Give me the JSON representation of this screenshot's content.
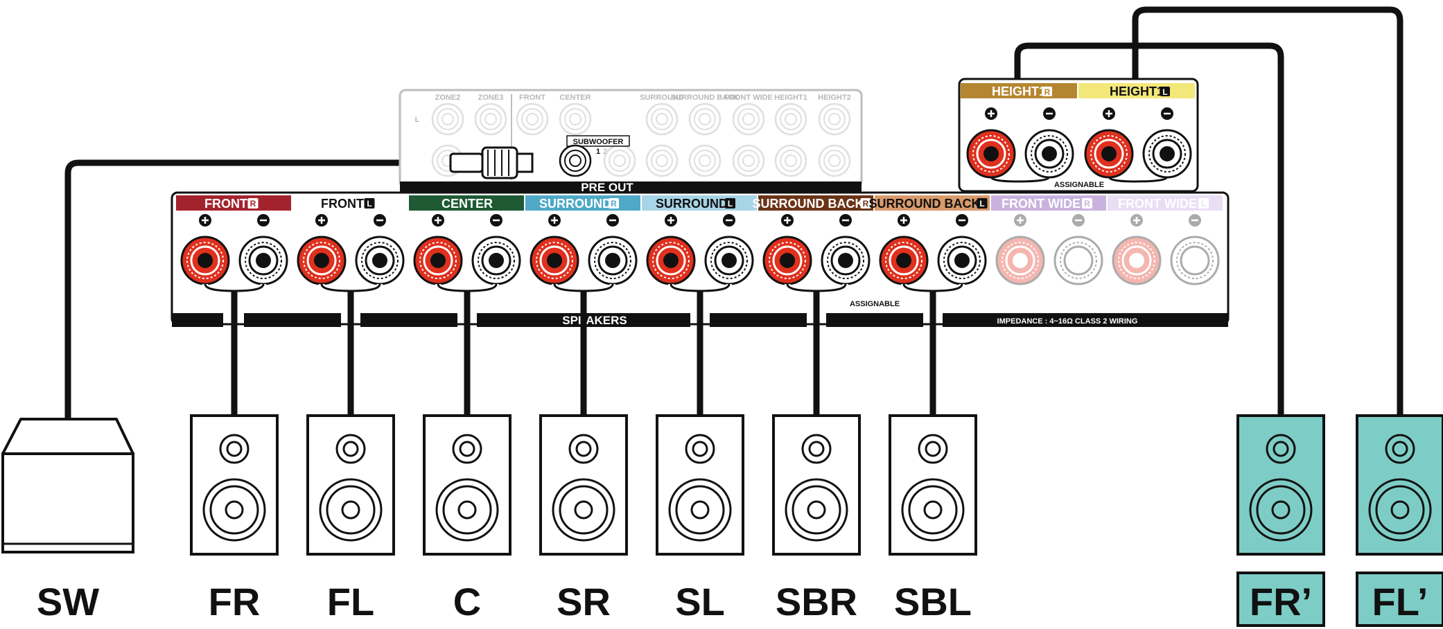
{
  "preout": {
    "title": "PRE OUT",
    "zone_labels": [
      "ZONE2",
      "ZONE3",
      "FRONT",
      "CENTER",
      "SURROUND",
      "SURROUND BACK",
      "FRONT WIDE",
      "HEIGHT1",
      "HEIGHT2"
    ],
    "left_mark": "L",
    "subwoofer_label": "SUBWOOFER",
    "sub_num_1": "1",
    "sub_num_2": "2"
  },
  "speakers_panel": {
    "channels": [
      {
        "label": "FRONT",
        "side": "R",
        "color": "#a3232d",
        "text_color": "#ffffff",
        "active": true
      },
      {
        "label": "FRONT",
        "side": "L",
        "color": "#ffffff",
        "text_color": "#111111",
        "active": true
      },
      {
        "label": "CENTER",
        "side": "",
        "color": "#1f5a35",
        "text_color": "#ffffff",
        "active": true
      },
      {
        "label": "SURROUND",
        "side": "R",
        "color": "#4fa9c7",
        "text_color": "#ffffff",
        "active": true
      },
      {
        "label": "SURROUND",
        "side": "L",
        "color": "#a7d4e6",
        "text_color": "#111111",
        "active": true
      },
      {
        "label": "SURROUND BACK",
        "side": "R",
        "color": "#6b3417",
        "text_color": "#ffffff",
        "active": true
      },
      {
        "label": "SURROUND BACK",
        "side": "L",
        "color": "#d99a6c",
        "text_color": "#111111",
        "active": true
      },
      {
        "label": "FRONT WIDE",
        "side": "R",
        "color": "#c9b3de",
        "text_color": "#ffffff",
        "active": false
      },
      {
        "label": "FRONT WIDE",
        "side": "L",
        "color": "#e9def3",
        "text_color": "#ffffff",
        "active": false
      }
    ],
    "bar_label": "SPEAKERS",
    "assignable": "ASSIGNABLE",
    "impedance": "IMPEDANCE : 4~16Ω     CLASS 2 WIRING"
  },
  "height_panel": {
    "channels": [
      {
        "label": "HEIGHT1",
        "side": "R",
        "color": "#b58631"
      },
      {
        "label": "HEIGHT1",
        "side": "L",
        "color": "#f3e77a"
      }
    ],
    "assignable": "ASSIGNABLE"
  },
  "speakers": [
    {
      "label": "SW",
      "type": "subwoofer",
      "highlight": false
    },
    {
      "label": "FR",
      "type": "speaker",
      "highlight": false
    },
    {
      "label": "FL",
      "type": "speaker",
      "highlight": false
    },
    {
      "label": "C",
      "type": "speaker",
      "highlight": false
    },
    {
      "label": "SR",
      "type": "speaker",
      "highlight": false
    },
    {
      "label": "SL",
      "type": "speaker",
      "highlight": false
    },
    {
      "label": "SBR",
      "type": "speaker",
      "highlight": false
    },
    {
      "label": "SBL",
      "type": "speaker",
      "highlight": false
    },
    {
      "label": "FR’",
      "type": "speaker",
      "highlight": true
    },
    {
      "label": "FL’",
      "type": "speaker",
      "highlight": true
    }
  ],
  "colors": {
    "terminal_red": "#e0301e",
    "speaker_teal": "#7dcdc6",
    "wire": "#111111"
  }
}
